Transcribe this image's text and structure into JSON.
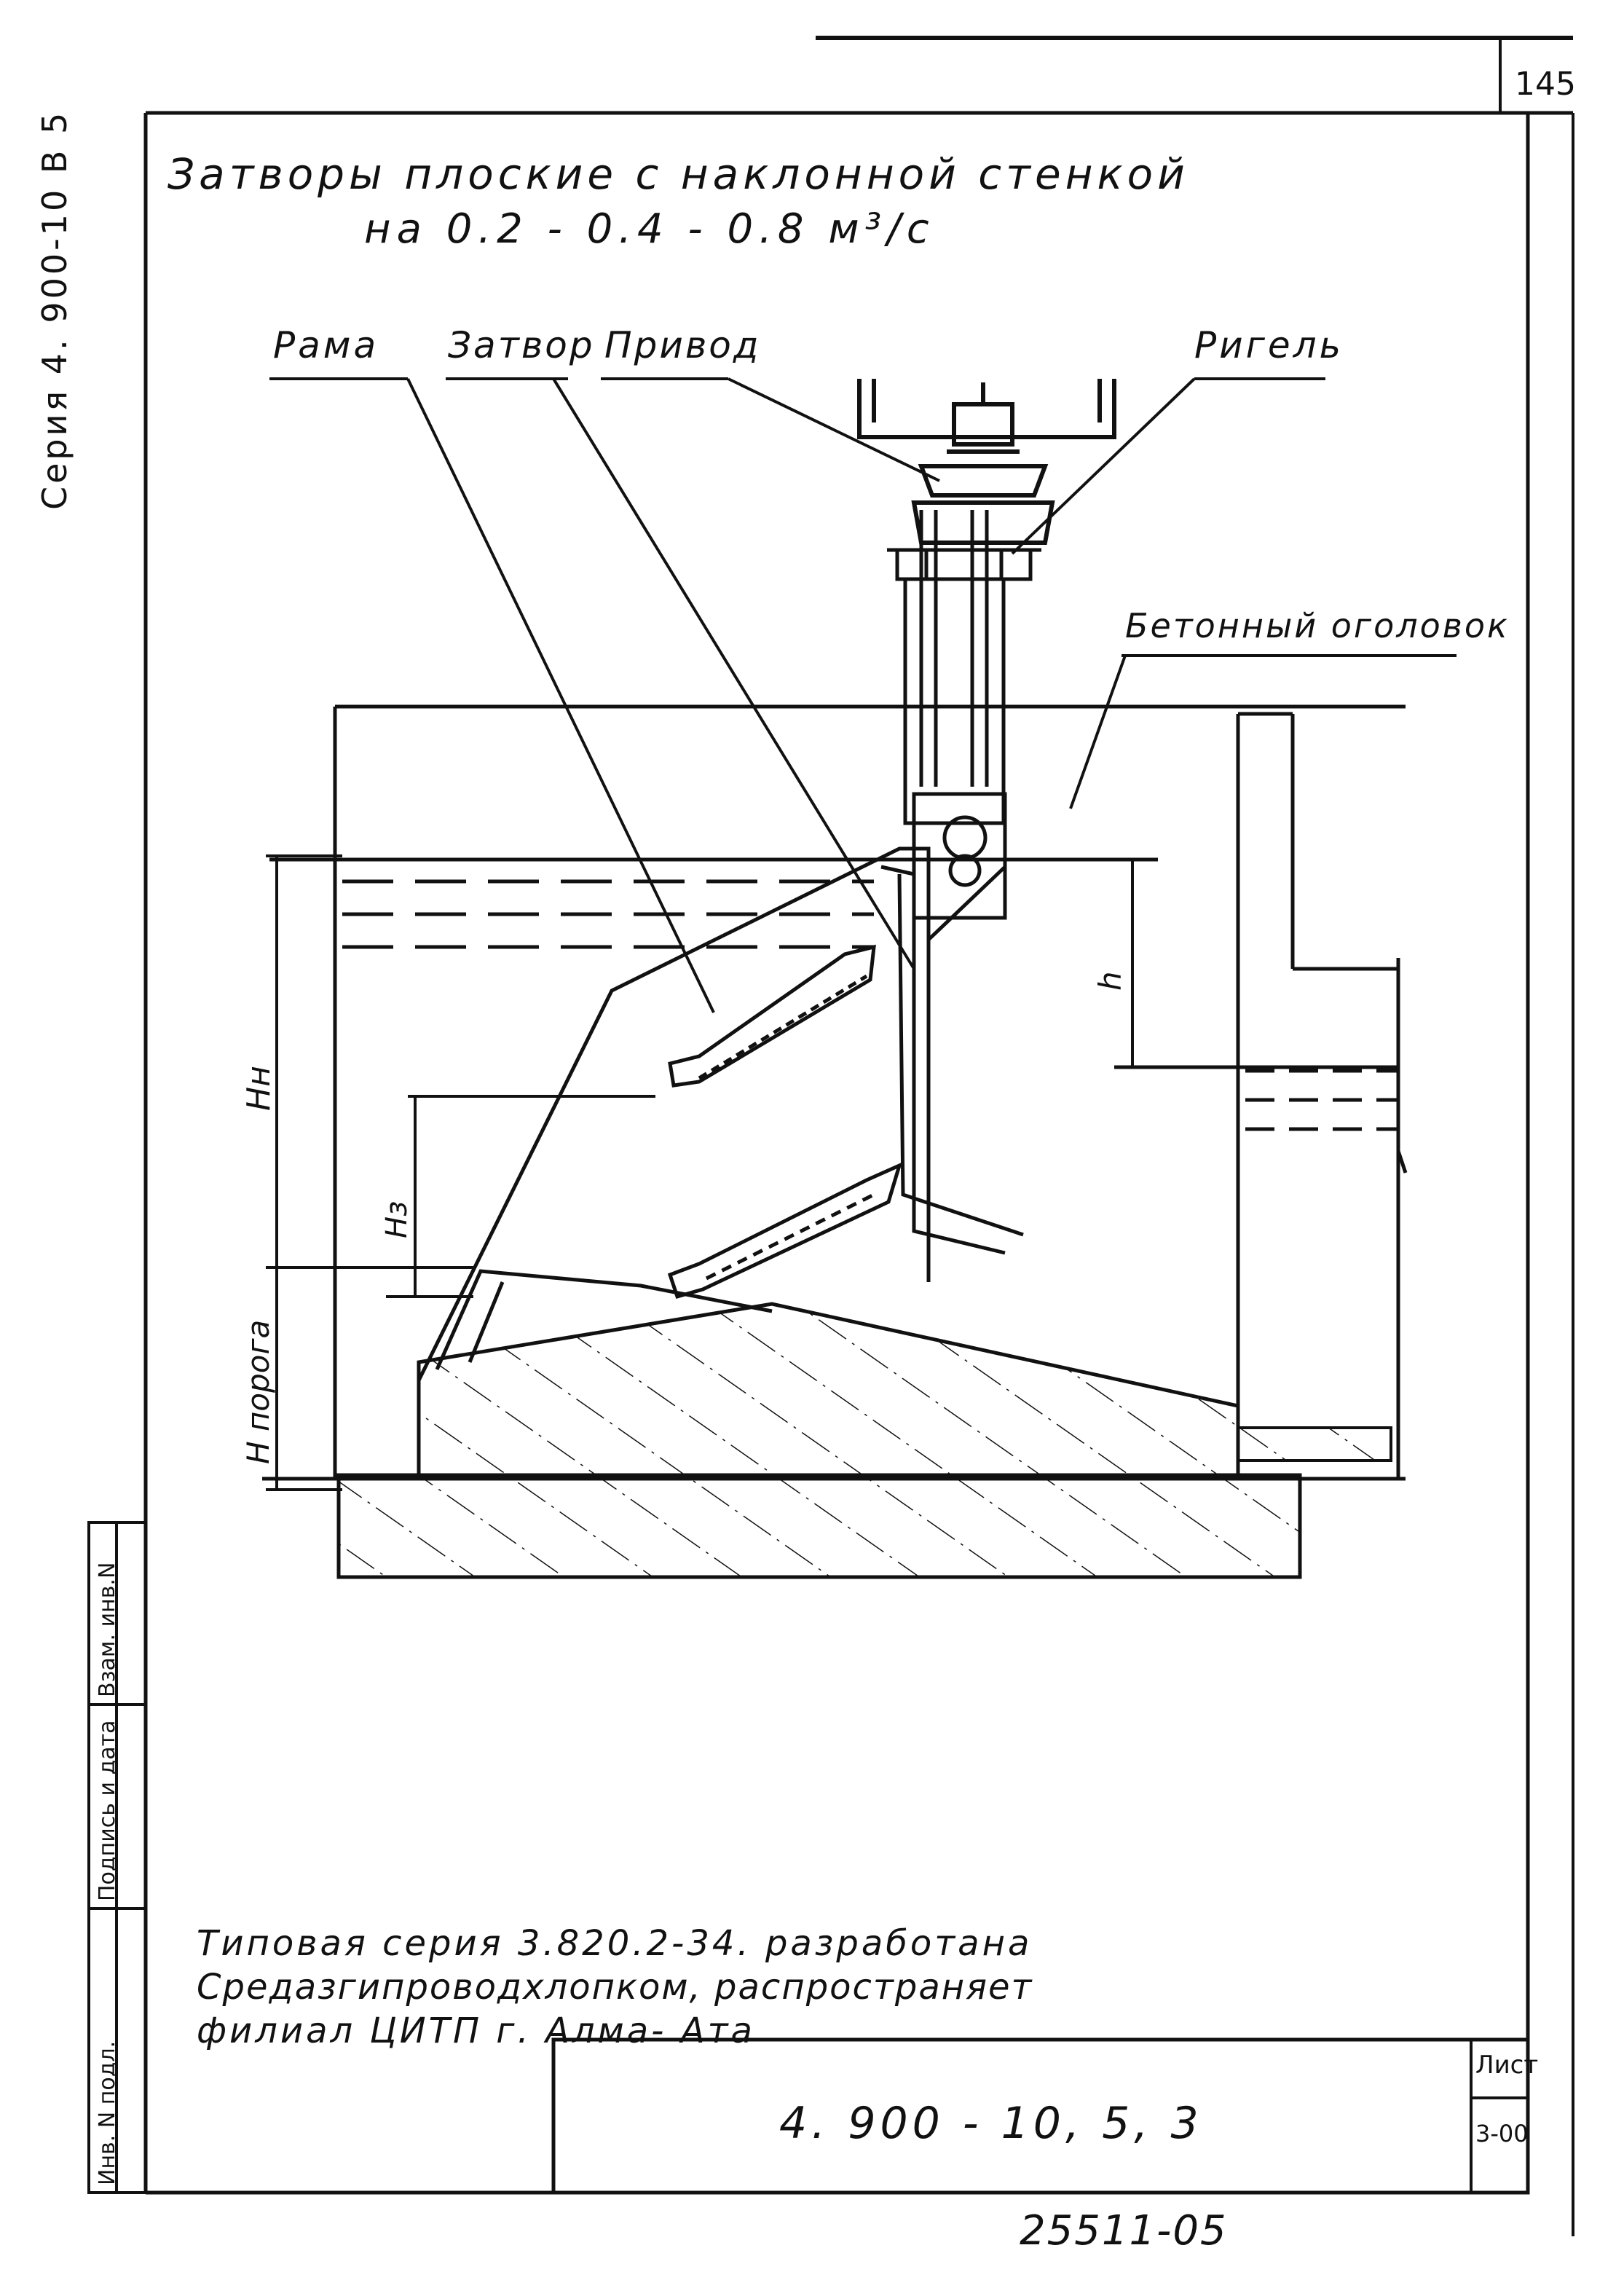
{
  "margin_series": "Серия 4. 900-10 В 5",
  "sheet_number": "145",
  "title_line1": "Затворы плоские с наклонной стенкой",
  "title_line2": "на 0.2 - 0.4 - 0.8 м³/с",
  "labels": {
    "rama": "Рама",
    "zatvor": "Затвор",
    "privod": "Привод",
    "rigel": "Ригель",
    "ogolovok": "Бетонный оголовок"
  },
  "dims": {
    "hn": "Нн",
    "hz": "Нз",
    "h_poroga": "Н порога",
    "h_small": "h"
  },
  "note_lines": [
    "Типовая серия 3.820.2-34. разработана",
    "Средазгипроводхлопком, распространяет",
    "филиал ЦИТП г. Алма- Ата"
  ],
  "side_stamp": [
    "Инв. N подл.",
    "Подпись и дата",
    "Взам. инв.N"
  ],
  "title_block": {
    "code": "4. 900 - 10, 5, 3",
    "list_label": "Лист",
    "list_value": "3-00"
  },
  "archive_number": "25511-05"
}
